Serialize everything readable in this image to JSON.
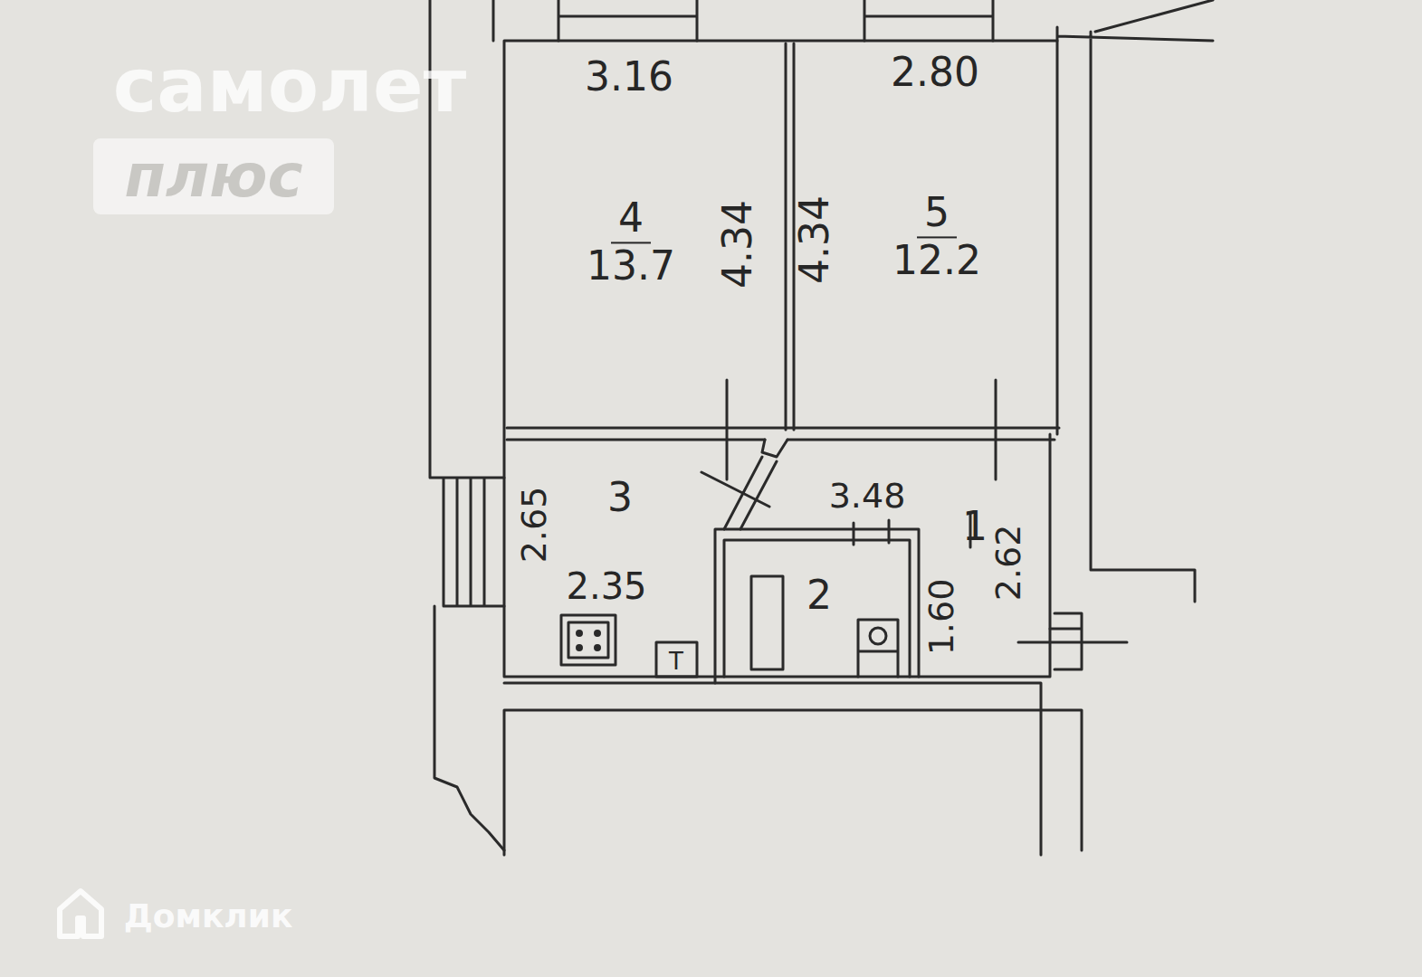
{
  "diagram": {
    "nodes": [
      {
        "text": [
          "4",
          "13.7"
        ]
      },
      {
        "text": [
          "5",
          "12.2"
        ]
      },
      {
        "text": [
          "3"
        ]
      },
      {
        "text": [
          "2"
        ]
      },
      {
        "text": [
          "1"
        ]
      }
    ],
    "labels": [
      "самолет",
      "плюс",
      "3.16",
      "2.80",
      "4.34",
      "4.34",
      "2.65",
      "3.48",
      "2.35",
      "1.60",
      "2.62",
      "Т",
      "Домклик"
    ]
  }
}
